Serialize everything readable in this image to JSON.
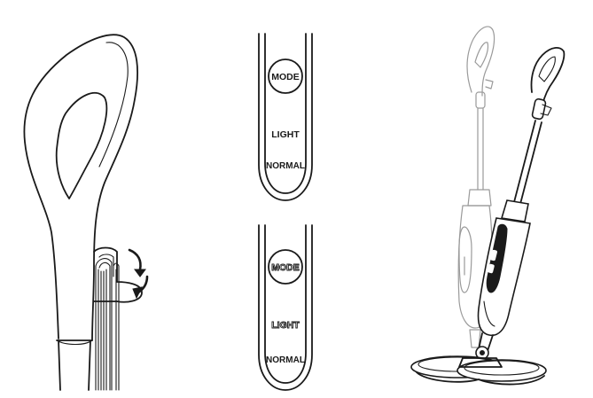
{
  "panels": {
    "top": {
      "mode": "MODE",
      "light": "LIGHT",
      "normal": "NORMAL"
    },
    "bottom": {
      "mode": "MODE",
      "light": "LIGHT",
      "normal": "NORMAL"
    }
  },
  "colors": {
    "line": "#1a1a1a",
    "faded": "#9a9a9a",
    "background": "#ffffff"
  }
}
